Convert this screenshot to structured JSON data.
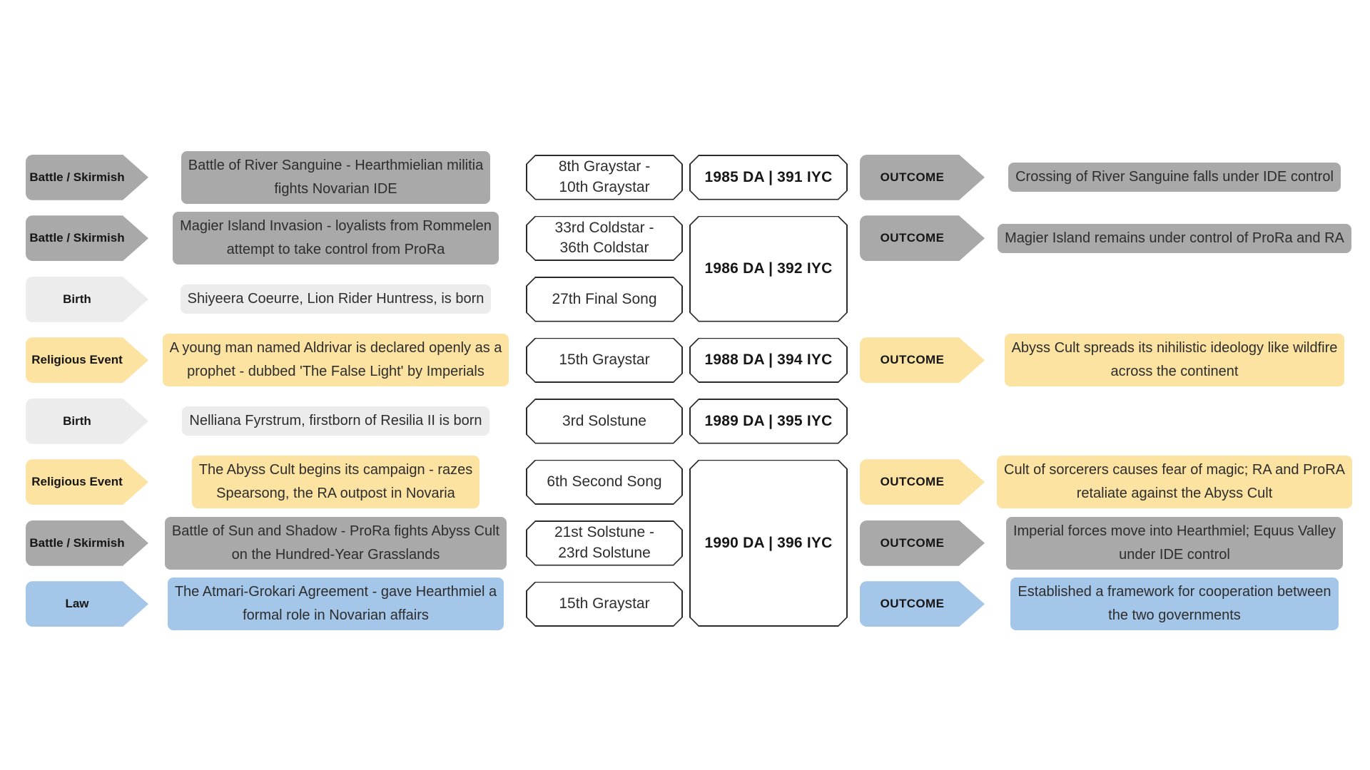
{
  "labels": {
    "outcome": "OUTCOME"
  },
  "colors": {
    "battle": "#a9a9a9",
    "birth": "#ececec",
    "religious": "#fce3a1",
    "law": "#a4c6e8"
  },
  "years": [
    {
      "label": "1985 DA | 391 IYC"
    },
    {
      "label": "1986 DA | 392 IYC"
    },
    {
      "label": "1988 DA | 394 IYC"
    },
    {
      "label": "1989 DA | 395 IYC"
    },
    {
      "label": "1990 DA | 396 IYC"
    }
  ],
  "rows": [
    {
      "category": "Battle / Skirmish",
      "event": "Battle of River Sanguine - Hearthmielian militia\nfights Novarian IDE",
      "date": "8th Graystar -\n10th Graystar",
      "outcome": "Crossing of River Sanguine falls under IDE control"
    },
    {
      "category": "Battle / Skirmish",
      "event": "Magier Island Invasion - loyalists from Rommelen\nattempt to take control from ProRa",
      "date": "33rd Coldstar -\n36th Coldstar",
      "outcome": "Magier Island remains under control of ProRa and RA"
    },
    {
      "category": "Birth",
      "event": "Shiyeera Coeurre, Lion Rider Huntress, is born",
      "date": "27th Final Song",
      "outcome": ""
    },
    {
      "category": "Religious Event",
      "event": "A young man named Aldrivar is declared openly as a\nprophet - dubbed 'The False Light' by Imperials",
      "date": "15th Graystar",
      "outcome": "Abyss Cult spreads its nihilistic ideology like wildfire\nacross the continent"
    },
    {
      "category": "Birth",
      "event": "Nelliana Fyrstrum, firstborn of Resilia II is born",
      "date": "3rd Solstune",
      "outcome": ""
    },
    {
      "category": "Religious Event",
      "event": "The Abyss Cult begins its campaign - razes\nSpearsong, the RA outpost in Novaria",
      "date": "6th Second Song",
      "outcome": "Cult of sorcerers causes fear of magic; RA and ProRA\nretaliate against the Abyss Cult"
    },
    {
      "category": "Battle / Skirmish",
      "event": "Battle of Sun and Shadow - ProRa fights Abyss Cult\non the Hundred-Year Grasslands",
      "date": "21st Solstune -\n23rd Solstune",
      "outcome": "Imperial forces move into Hearthmiel; Equus Valley\nunder IDE control"
    },
    {
      "category": "Law",
      "event": "The Atmari-Grokari Agreement - gave Hearthmiel a\nformal role in Novarian affairs",
      "date": "15th Graystar",
      "outcome": "Established a framework for cooperation between\nthe two governments"
    }
  ]
}
